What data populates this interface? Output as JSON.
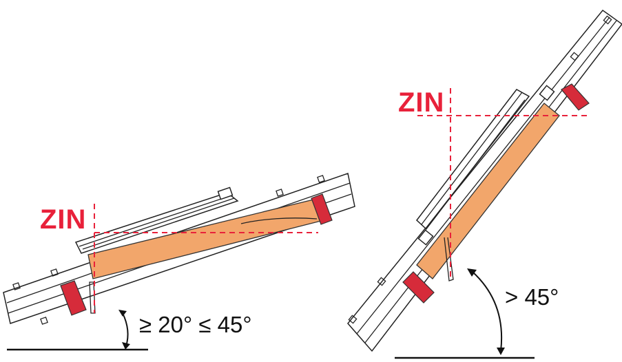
{
  "left_diagram": {
    "zin_label": "ZIN",
    "angle_label": "≥ 20° ≤ 45°"
  },
  "right_diagram": {
    "zin_label": "ZIN",
    "angle_label": "> 45°"
  },
  "colors": {
    "accent_red": "#e8213a",
    "wood": "#f2a66b",
    "brick": "#d62b3a",
    "line": "#222222"
  }
}
